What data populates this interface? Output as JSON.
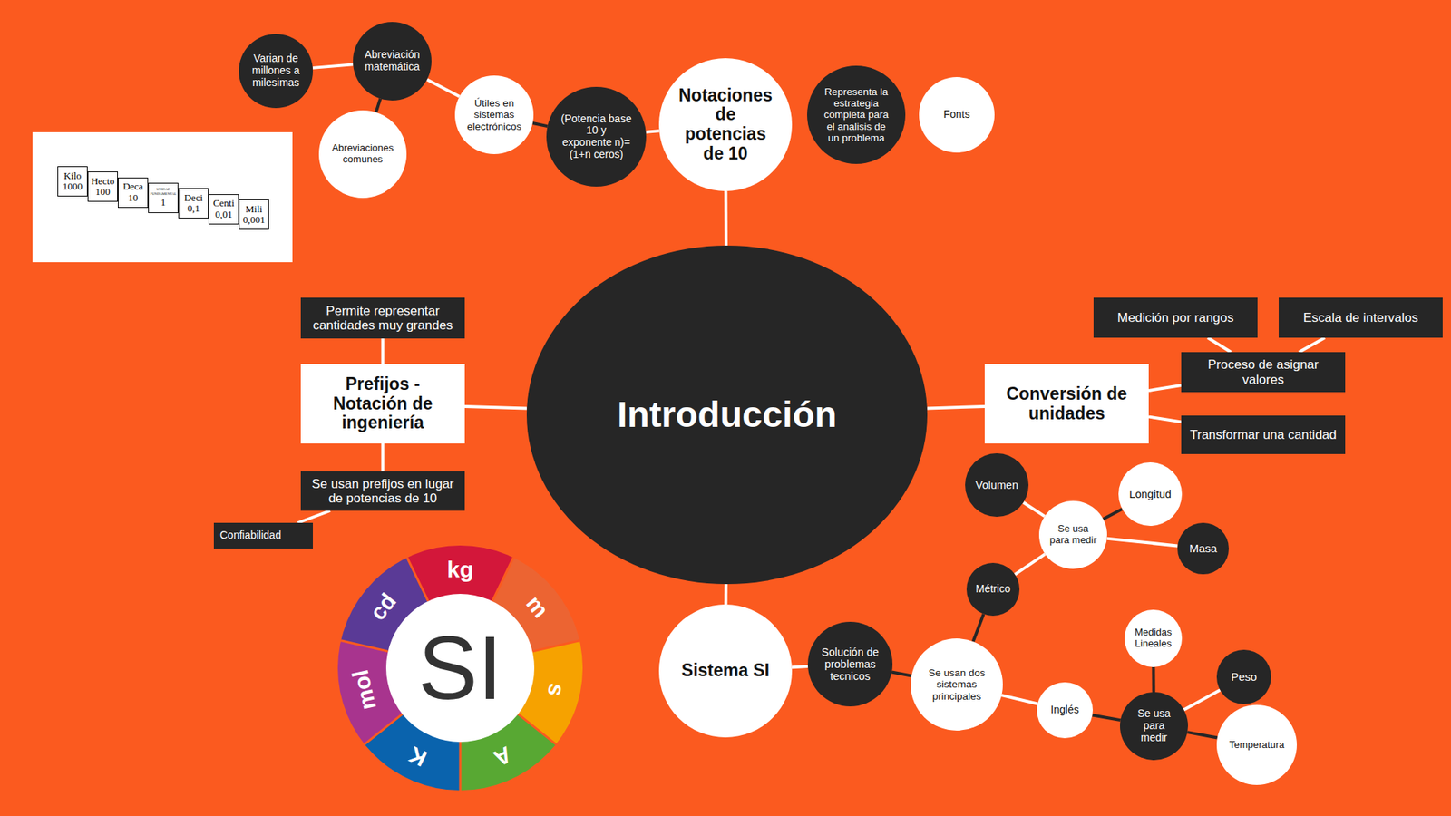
{
  "diagram": {
    "nodes": [
      {
        "text": [
          "Notaciones de potencias de 10"
        ]
      },
      {
        "text": [
          "(Potencia base 10 y exponente n)=(1+n ceros)"
        ]
      },
      {
        "text": [
          "Útiles en sistemas electrónicos"
        ]
      },
      {
        "text": [
          "Abreviación matemática"
        ]
      },
      {
        "text": [
          "Varian de millones a milesimas"
        ]
      },
      {
        "text": [
          "Abreviaciones comunes"
        ]
      },
      {
        "text": [
          "Representa la estrategia completa para el analisis de un problema"
        ]
      },
      {
        "text": [
          "Fonts"
        ]
      },
      {
        "text": [
          "Introducción"
        ]
      },
      {
        "text": [
          "Prefijos - Notación de ingeniería"
        ]
      },
      {
        "text": [
          "Permite representar cantidades muy grandes"
        ]
      },
      {
        "text": [
          "Se usan prefijos en lugar de potencias de 10"
        ]
      },
      {
        "text": [
          "Confiabilidad"
        ]
      },
      {
        "text": [
          "Conversión de unidades"
        ]
      },
      {
        "text": [
          "Proceso de asignar valores"
        ]
      },
      {
        "text": [
          "Medición por rangos"
        ]
      },
      {
        "text": [
          "Escala de intervalos"
        ]
      },
      {
        "text": [
          "Transformar una cantidad"
        ]
      },
      {
        "text": [
          "Sistema SI"
        ]
      },
      {
        "text": [
          "Solución de problemas tecnicos"
        ]
      },
      {
        "text": [
          "Se usan dos sistemas principales"
        ]
      },
      {
        "text": [
          "Métrico"
        ]
      },
      {
        "text": [
          "Se usa para medir"
        ]
      },
      {
        "text": [
          "Volumen"
        ]
      },
      {
        "text": [
          "Longitud"
        ]
      },
      {
        "text": [
          "Masa"
        ]
      },
      {
        "text": [
          "Inglés"
        ]
      },
      {
        "text": [
          "Se usa para medir"
        ]
      },
      {
        "text": [
          "Medidas Lineales"
        ]
      },
      {
        "text": [
          "Peso"
        ]
      },
      {
        "text": [
          "Temperatura"
        ]
      }
    ],
    "edges": [
      {
        "from": 8,
        "to": 0,
        "arrow": "none"
      },
      {
        "from": 0,
        "to": 1,
        "arrow": "none"
      },
      {
        "from": 1,
        "to": 2,
        "arrow": "none"
      },
      {
        "from": 2,
        "to": 3,
        "arrow": "none"
      },
      {
        "from": 3,
        "to": 4,
        "arrow": "none"
      },
      {
        "from": 3,
        "to": 5,
        "arrow": "none"
      },
      {
        "from": 8,
        "to": 9,
        "arrow": "none"
      },
      {
        "from": 9,
        "to": 10,
        "arrow": "none"
      },
      {
        "from": 9,
        "to": 11,
        "arrow": "none"
      },
      {
        "from": 11,
        "to": 12,
        "arrow": "none"
      },
      {
        "from": 8,
        "to": 13,
        "arrow": "none"
      },
      {
        "from": 13,
        "to": 14,
        "arrow": "none"
      },
      {
        "from": 13,
        "to": 17,
        "arrow": "none"
      },
      {
        "from": 14,
        "to": 15,
        "arrow": "none"
      },
      {
        "from": 14,
        "to": 16,
        "arrow": "none"
      },
      {
        "from": 8,
        "to": 18,
        "arrow": "none"
      },
      {
        "from": 18,
        "to": 19,
        "arrow": "none"
      },
      {
        "from": 19,
        "to": 20,
        "arrow": "none"
      },
      {
        "from": 20,
        "to": 21,
        "arrow": "none"
      },
      {
        "from": 21,
        "to": 22,
        "arrow": "none"
      },
      {
        "from": 22,
        "to": 23,
        "arrow": "none"
      },
      {
        "from": 22,
        "to": 24,
        "arrow": "none"
      },
      {
        "from": 22,
        "to": 25,
        "arrow": "none"
      },
      {
        "from": 20,
        "to": 26,
        "arrow": "none"
      },
      {
        "from": 26,
        "to": 27,
        "arrow": "none"
      },
      {
        "from": 27,
        "to": 28,
        "arrow": "none"
      },
      {
        "from": 27,
        "to": 29,
        "arrow": "none"
      },
      {
        "from": 27,
        "to": 30,
        "arrow": "none"
      }
    ],
    "labels": [
      "Kilo",
      "1000",
      "Hecto",
      "100",
      "Deca",
      "10",
      "UNIDAD FUNDAMENTAL",
      "1",
      "Deci",
      "0,1",
      "Centi",
      "0,01",
      "Mili",
      "0,001",
      "SI",
      "kg",
      "m",
      "s",
      "A",
      "K",
      "mol",
      "cd"
    ]
  }
}
